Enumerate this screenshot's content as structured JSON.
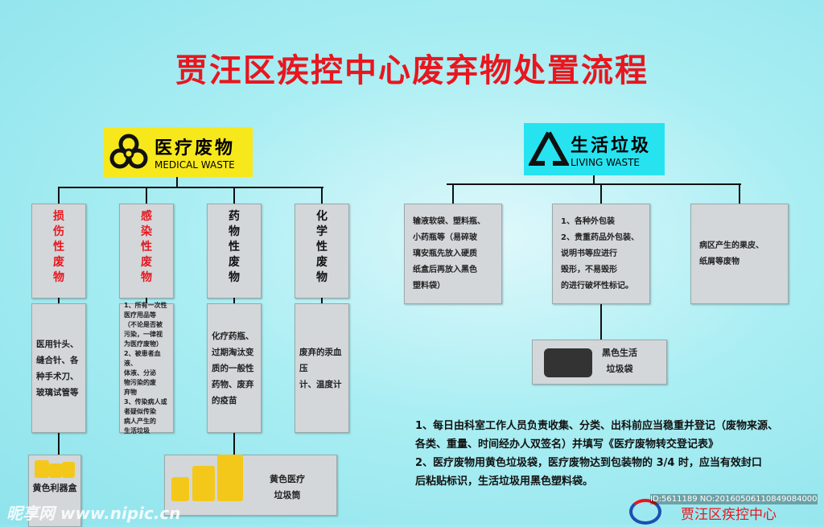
{
  "title": "贾汪区疾控中心废弃物处置流程",
  "medical": {
    "label_cn": "医疗废物",
    "label_en": "MEDICAL WASTE",
    "icon": "biohazard-icon",
    "color": "#f7e81c",
    "categories": [
      {
        "name": "损伤性废物",
        "chars": [
          "损",
          "伤",
          "性",
          "废",
          "物"
        ],
        "color": "#e8161e",
        "detail": [
          "医用针头、",
          "缝合针、各",
          "种手术刀、",
          "玻璃试管等"
        ]
      },
      {
        "name": "感染性废物",
        "chars": [
          "感",
          "染",
          "性",
          "废",
          "物"
        ],
        "color": "#e8161e",
        "detail": [
          "1、所有一次性",
          "医疗用品等",
          "（不论是否被",
          "污染，一律视",
          "为医疗废物）",
          "2、被患者血液、",
          "体液、分泌",
          "物污染的废",
          "弃物",
          "3、传染病人或",
          "者疑似传染",
          "病人产生的",
          "生活垃圾"
        ]
      },
      {
        "name": "药物性废物",
        "chars": [
          "药",
          "物",
          "性",
          "废",
          "物"
        ],
        "color": "#111111",
        "detail": [
          "化疗药瓶、",
          "过期淘汰变",
          "质的一般性",
          "药物、废弃",
          "的疫苗"
        ]
      },
      {
        "name": "化学性废物",
        "chars": [
          "化",
          "学",
          "性",
          "废",
          "物"
        ],
        "color": "#111111",
        "detail": [
          "废弃的汞血压",
          "计、温度计"
        ]
      }
    ],
    "sharps_box_label": "黄色利器盒",
    "bin_label": [
      "黄色医疗",
      "垃圾筒"
    ]
  },
  "living": {
    "label_cn": "生活垃圾",
    "label_en": "LIVING WASTE",
    "icon": "recycle-icon",
    "color": "#27e3f0",
    "items": [
      [
        "输液软袋、塑料瓶、",
        "小药瓶等（易碎玻",
        "璃安瓶先放入硬质",
        "纸盒后再放入黑色",
        "塑料袋）"
      ],
      [
        "1、各种外包装",
        "2、贵重药品外包装、",
        "说明书等应进行",
        "毁形，不易毁形",
        "的进行破坏性标记。"
      ],
      [
        "病区产生的果皮、",
        "纸屑等废物"
      ]
    ],
    "bag_label": [
      "黑色生活",
      "垃圾袋"
    ]
  },
  "notes": [
    "1、每日由科室工作人员负责收集、分类、出科前应当稳重并登记（废物来源、",
    "各类、重量、时间经办人双签名）并填写《医疗废物转交登记表》",
    "2、医疗废物用黄色垃圾袋，医疗废物达到包装物的 3/4 时，应当有效封口",
    "后粘贴标识，生活垃圾用黑色塑料袋。"
  ],
  "footer": {
    "org": "贾汪区疾控中心",
    "id_text": "ID:5611189 NO:20160506110849084000",
    "watermark": "昵享网 www.nipic.cn"
  }
}
